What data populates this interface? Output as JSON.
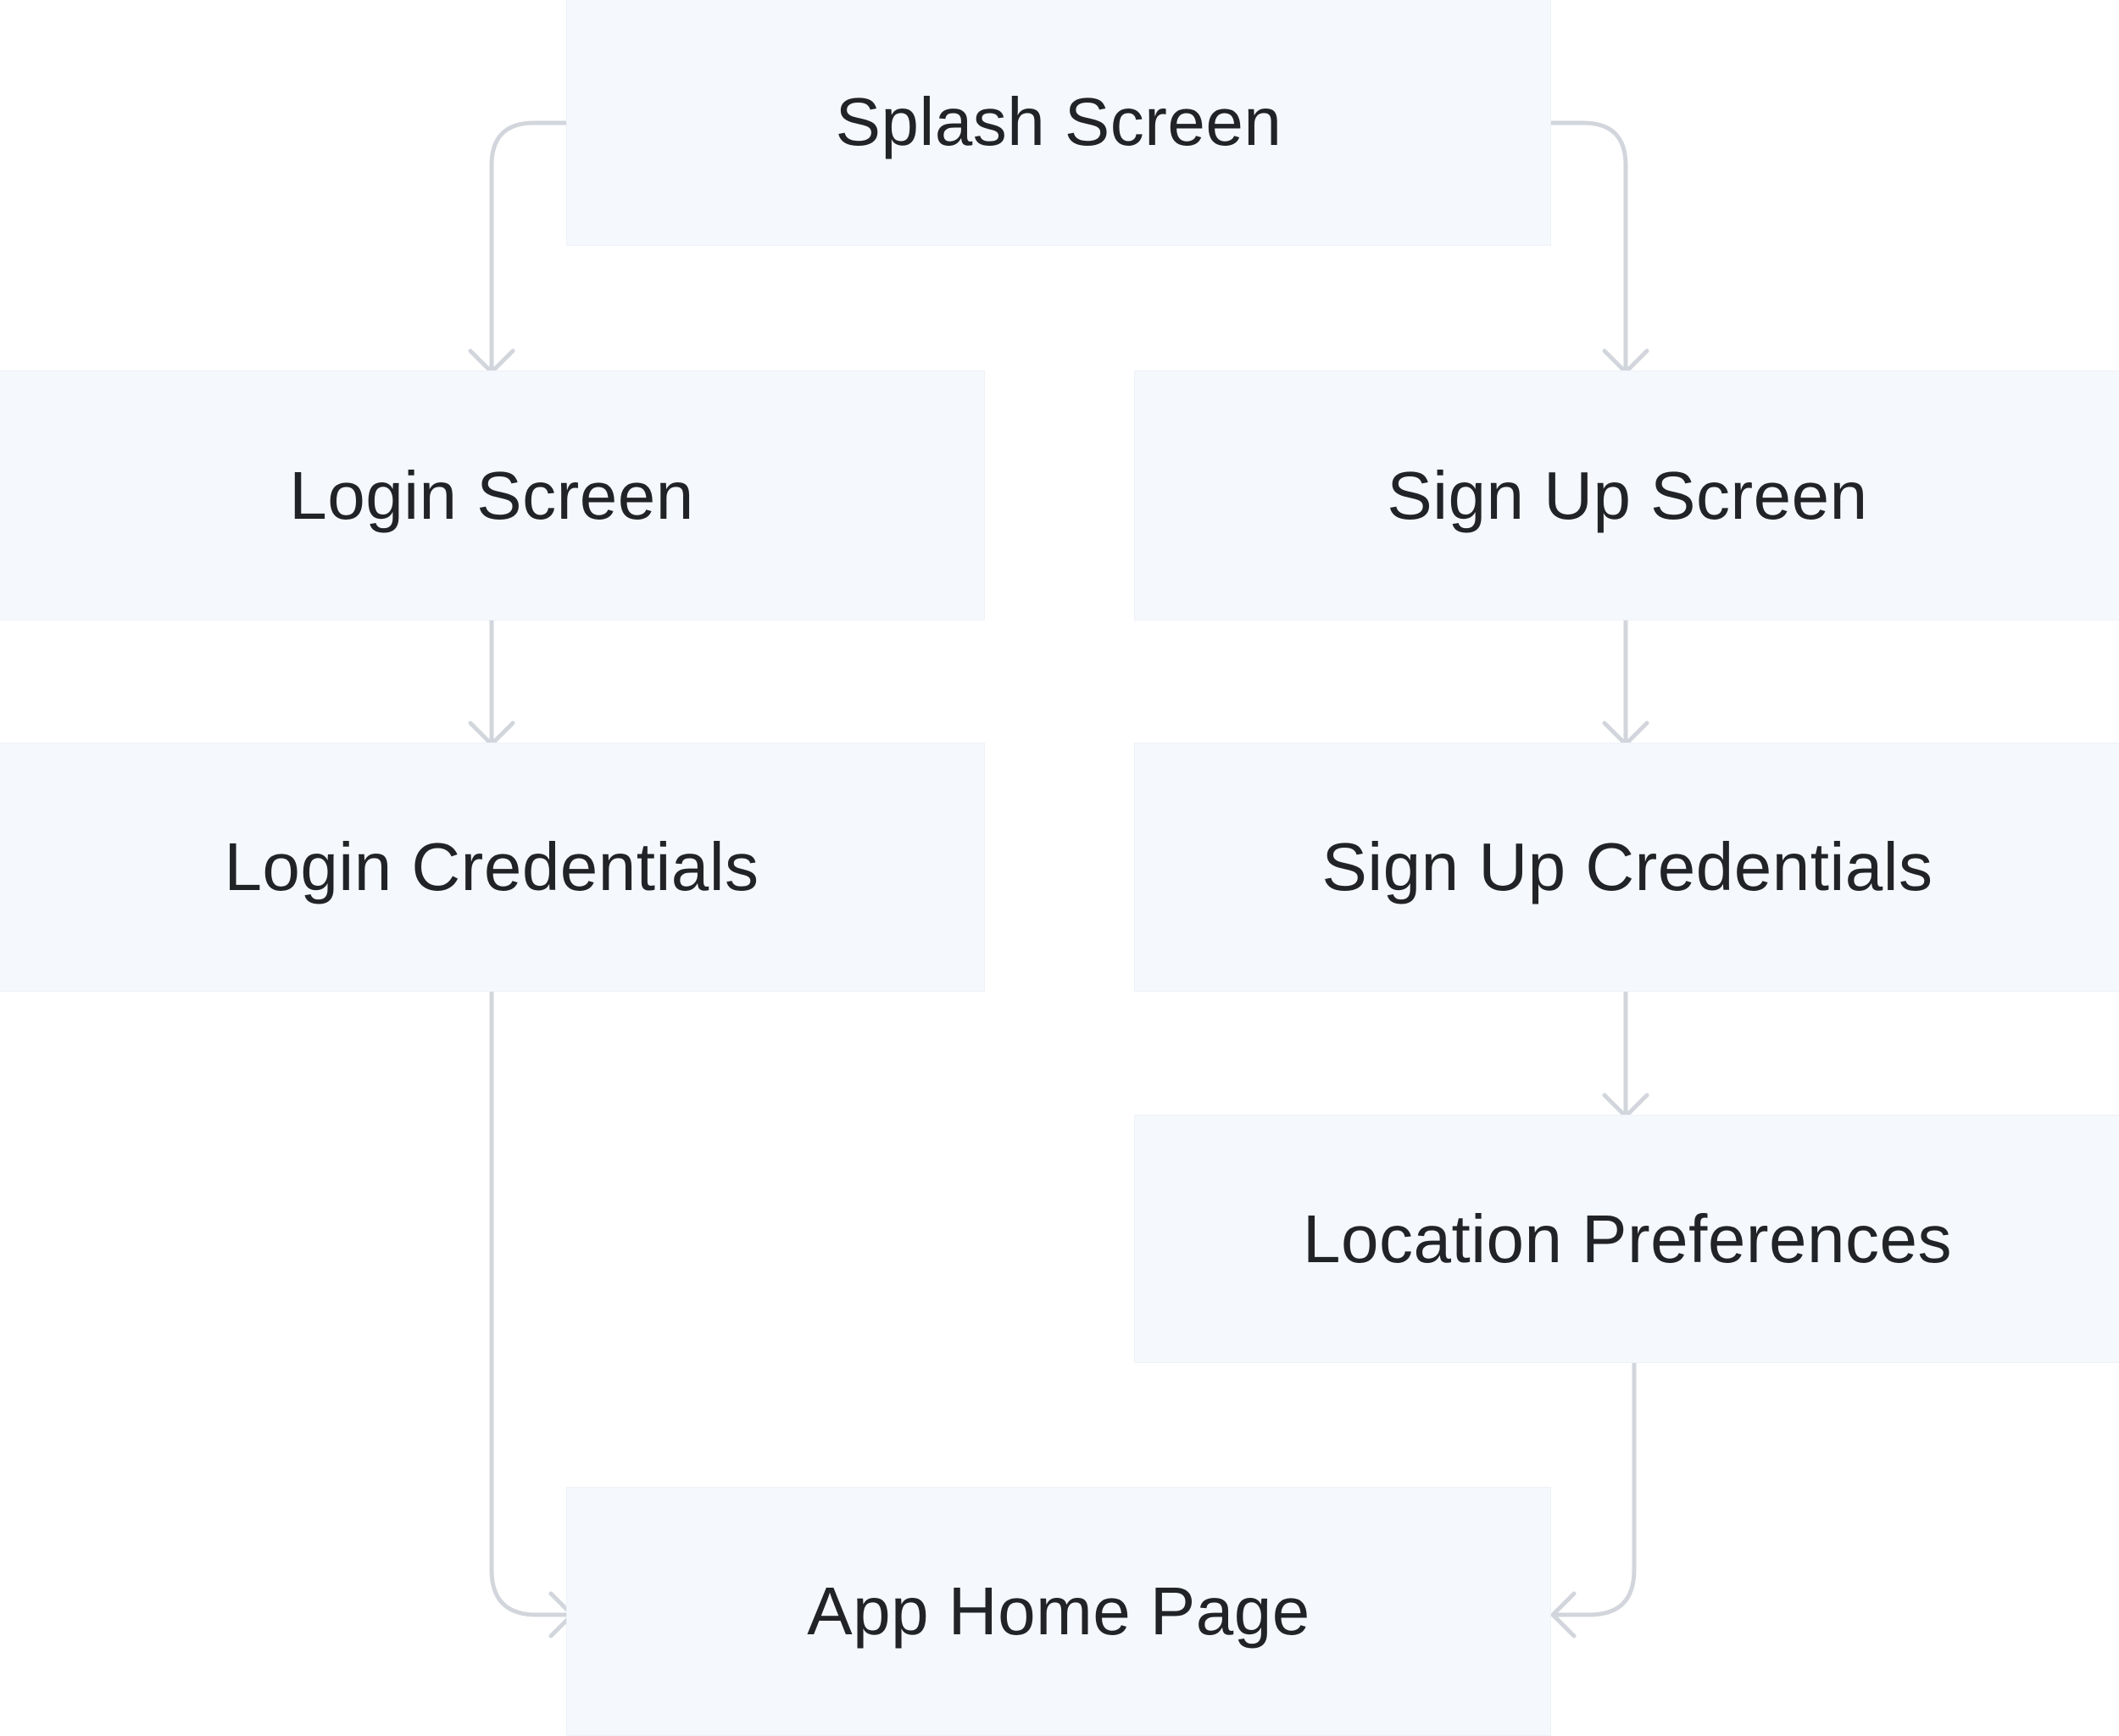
{
  "nodes": {
    "splash": "Splash Screen",
    "login": "Login Screen",
    "signup": "Sign Up Screen",
    "login_credentials": "Login Credentials",
    "signup_credentials": "Sign Up Credentials",
    "location_preferences": "Location Preferences",
    "home": "App Home Page"
  },
  "colors": {
    "node_fill": "#f5f8fc",
    "text": "#222326",
    "connector": "#d2d6dc"
  }
}
